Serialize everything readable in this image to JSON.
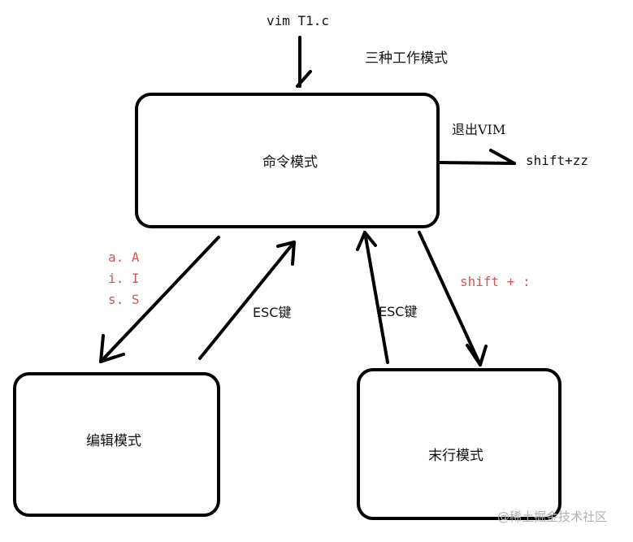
{
  "input_command": "vim T1.c",
  "modes_title": "三种工作模式",
  "nodes": {
    "command": {
      "label": "命令模式"
    },
    "edit": {
      "label": "编辑模式"
    },
    "lastline": {
      "label": "末行模式"
    }
  },
  "exit": {
    "label": "退出VIM",
    "key": "shift+zz"
  },
  "edges": {
    "to_edit_keys": [
      "a. A",
      "i. I",
      "s. S"
    ],
    "edit_to_command": "ESC键",
    "lastline_to_command": "ESC键",
    "to_lastline": "shift + :"
  },
  "watermark": "@稀土掘金技术社区",
  "colors": {
    "stroke": "#000000",
    "accent": "#d9534f",
    "text": "#111111",
    "watermark": "#b0b0b0"
  }
}
